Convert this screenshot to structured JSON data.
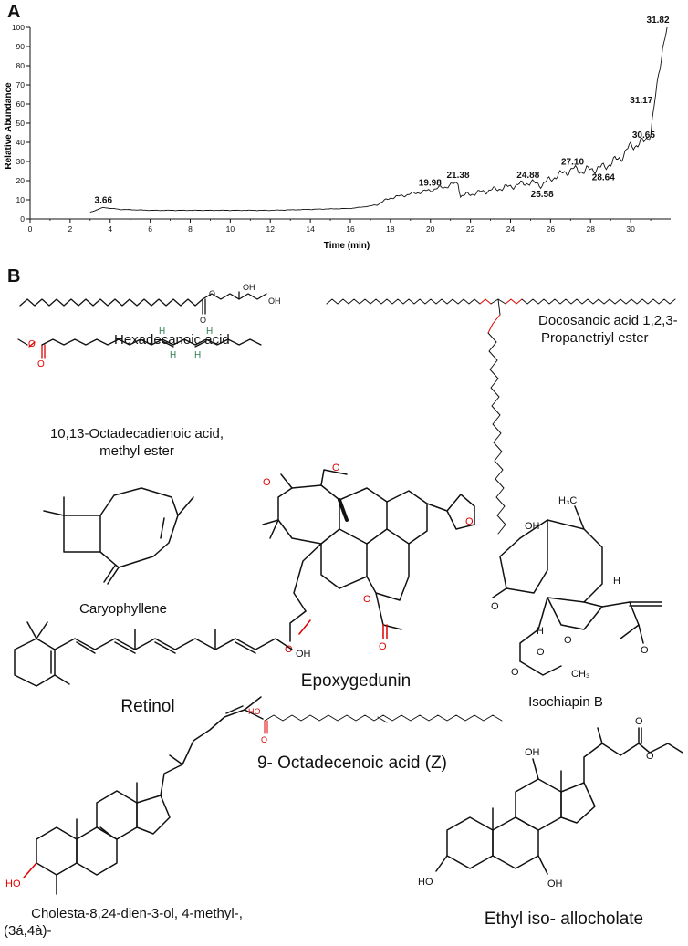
{
  "panels": {
    "a": "A",
    "b": "B"
  },
  "chart_data": {
    "type": "line",
    "xlabel": "Time (min)",
    "ylabel": "Relative Abundance",
    "xlim": [
      0,
      32
    ],
    "ylim": [
      0,
      100
    ],
    "xticks": [
      "0",
      "2",
      "4",
      "6",
      "8",
      "10",
      "12",
      "14",
      "16",
      "18",
      "20",
      "22",
      "24",
      "26",
      "28",
      "30"
    ],
    "yticks": [
      "0",
      "10",
      "20",
      "30",
      "40",
      "50",
      "60",
      "70",
      "80",
      "90",
      "100"
    ],
    "series": [
      {
        "x": [
          3.0,
          3.66,
          4.5,
          6,
          8,
          10,
          12,
          14,
          16,
          17.2,
          17.4,
          18,
          19,
          19.98,
          20.8,
          21.38,
          21.5,
          22,
          23,
          24,
          24.88,
          25.58,
          26.2,
          27.1,
          27.6,
          28.64,
          29.5,
          30.0,
          30.65,
          31.0,
          31.17,
          31.4,
          31.6,
          31.82
        ],
        "y": [
          3.5,
          6.0,
          5.0,
          4.5,
          4.5,
          4.5,
          4.5,
          5.0,
          5.5,
          7.0,
          8.0,
          11.0,
          13.0,
          15.0,
          17.0,
          19.0,
          12.0,
          13.0,
          15.0,
          17.0,
          19.0,
          18.0,
          22.0,
          26.0,
          25.0,
          27.0,
          32.0,
          38.0,
          40.0,
          45.0,
          58.0,
          75.0,
          90.0,
          100.0
        ]
      }
    ],
    "annotations": [
      {
        "text": "3.66",
        "x": 3.66,
        "y": 6
      },
      {
        "text": "19.98",
        "x": 19.98,
        "y": 15
      },
      {
        "text": "21.38",
        "x": 21.38,
        "y": 19
      },
      {
        "text": "24.88",
        "x": 24.88,
        "y": 19
      },
      {
        "text": "25.58",
        "x": 25.58,
        "y": 18
      },
      {
        "text": "27.10",
        "x": 27.1,
        "y": 26
      },
      {
        "text": "28.64",
        "x": 28.64,
        "y": 27
      },
      {
        "text": "30.65",
        "x": 30.65,
        "y": 40
      },
      {
        "text": "31.17",
        "x": 31.17,
        "y": 58
      },
      {
        "text": "31.82",
        "x": 31.82,
        "y": 100
      }
    ]
  },
  "compounds": {
    "hexadecanoic": "Hexadecanoic acid",
    "docosanoic_1": "Docosanoic acid 1,2,3-",
    "docosanoic_2": "Propanetriyl ester",
    "octadecadienoic_1": "10,13-Octadecadienoic acid,",
    "octadecadienoic_2": "methyl ester",
    "caryophyllene": "Caryophyllene",
    "epoxygedunin": "Epoxygedunin",
    "isochiapin": "Isochiapin B",
    "retinol": "Retinol",
    "octadecenoic": "9- Octadecenoic acid (Z)",
    "cholesta_1": "Cholesta-8,24-dien-3-ol, 4-methyl-,",
    "cholesta_2": "(3á,4à)-",
    "ethyl_allocholate": "Ethyl iso- allocholate"
  },
  "atoms": {
    "o": "O",
    "oh": "OH",
    "ho": "HO",
    "h": "H",
    "ch3": "CH₃",
    "h3c": "H₃C"
  },
  "colors": {
    "oxygen": "#e00000",
    "hydrogen": "#2e7d4f",
    "bond": "#111111"
  }
}
